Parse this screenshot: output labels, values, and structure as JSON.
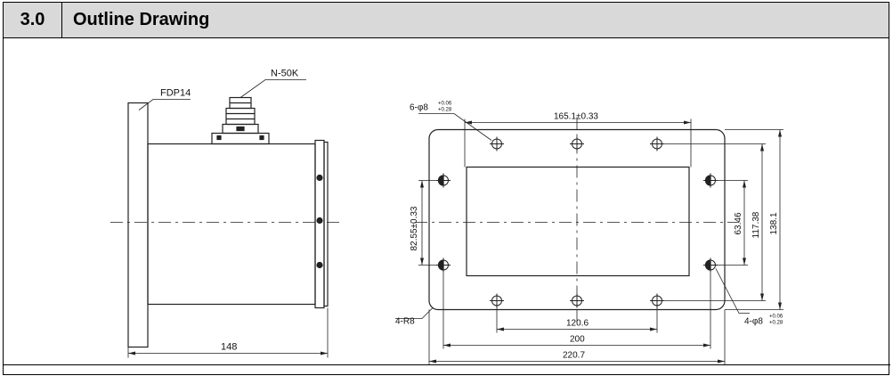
{
  "section": {
    "number": "3.0",
    "title": "Outline Drawing"
  },
  "side_view": {
    "flange_label": "FDP14",
    "connector_label": "N-50K",
    "length_dim": "148"
  },
  "front_view": {
    "top_holes_label": "6-φ8",
    "top_holes_tol_upper": "+0.06",
    "top_holes_tol_lower": "+0.28",
    "top_span": "165.1±0.33",
    "left_height": "82.55±0.33",
    "dim_right_inner": "63.46",
    "dim_right_mid": "117.38",
    "dim_right_outer": "138.1",
    "corner_label": "4-R8",
    "side_holes_label": "4-φ8",
    "side_holes_tol_upper": "+0.06",
    "side_holes_tol_lower": "+0.28",
    "bottom_inner": "120.6",
    "bottom_mid": "200",
    "bottom_outer": "220.7"
  }
}
